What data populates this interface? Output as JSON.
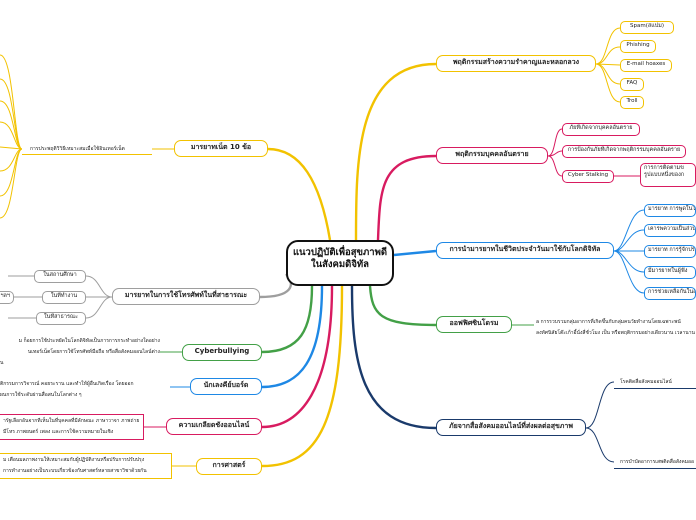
{
  "central": "แนวปฏิบัติเพื่อสุขภาพดีในสังคมดิจิทัล",
  "colors": {
    "yellow": "#f2c200",
    "red": "#d81b60",
    "blue": "#1e88e5",
    "green": "#43a047",
    "gray": "#9e9e9e",
    "darkblue": "#1a3a6b"
  },
  "right": {
    "b1": {
      "label": "พฤติกรรมสร้างความรำคาญและหลอกลวง",
      "items": [
        "Spam(สแปม)",
        "Phishing",
        "E-mail hoaxes",
        "FAQ",
        "Troll"
      ]
    },
    "b2": {
      "label": "พฤติกรรมบุคคลอันตราย",
      "items": [
        "ภัยที่เกิดจากบุคคลอันตราย",
        "การป้องกันภัยที่เกิดจากพฤติกรรมบุคคลอันตราย",
        "Cyber Stalking"
      ],
      "stalk_note1": "การการติดตามข",
      "stalk_note2": "รูปแบบหนึ่งของก"
    },
    "b3": {
      "label": "การนำมารยาทในชีวิตประจำวันมาใช้กับโลกดิจิทัล",
      "items": [
        "มารยาท การพูดในโ",
        "เคารพความเป็นส่วน",
        "มารยาท การรู้จักประ",
        "มีมารยาทในผู้ฟัง",
        "การช่วยเหลือกันในส"
      ]
    },
    "b4": {
      "label": "ออฟฟิศซินโดรม",
      "note1": "a การรวบรวมกลุ่มอาการที่เกิดขึ้นกับกลุ่มคนวัยทำงานโดยเฉพาะพนั",
      "note2": "ลงทัศนิสัยโต๊ะเก้าอี้นั่งสี่ชั่วโมง เป็น หรือพฤติกรรมอย่างเดียวนาน เวลานาน"
    },
    "b5": {
      "label": "ภัยจากสื่อสังคมออนไลน์ที่ส่งผลต่อสุขภาพ",
      "items": [
        "โรคติดสื่อสังคมออนไลน์",
        "การบำบัดอาการเสพติดสื่อสังคมออ"
      ]
    }
  },
  "left": {
    "b6": {
      "label": "มารยาทเน็ต 10 ข้อ",
      "note": "การประพฤติวิวิธีเหมาะสมเมื่อใช้อินเทอร์เน็ต"
    },
    "b7": {
      "label": "มารยาทในการใช้โทรศัพท์ในที่สาธารณะ",
      "items": [
        "ในสถานศึกษา",
        "ในที่ทำงาน",
        "ในที่สาธารณะ"
      ],
      "edge": "ฯลฯ"
    },
    "b8": {
      "label": "Cyberbullying",
      "note1": "ม ก็อยการใช้ประหยัดในโลกดิจิทัลเป็นการการกระทำอย่างใดอย่าง",
      "note2": "นเทอร์เน็ตโดยการใช้โทรศัพท์มือถือ หรือสื่อสังคมออนไลน์ต่าง",
      "note3": "ุน"
    },
    "b9": {
      "label": "นักเลงคีย์บอร์ด",
      "note1": "ุติกรรมการวิจารณ์ คอยระราน และทำให้ผู้อื่นเกิดเรื่อง โดยออก",
      "note2": "ผนการใช้ระดับผ่านสื่อสนในโลกต่าง ๆ"
    },
    "b10": {
      "label": "ความเกลียดชังออนไลน์",
      "note1": "ารัฐเลือกอันจากทีเห็นในที่บุคคลที่มีลักษณะ ภาษาวาจา ภาพถ่าย",
      "note2": "มีโหร ภาพยนตร์ เพลง และการใช้ความหมายในเชิง"
    },
    "b11": {
      "label": "การศาสตร์",
      "note1": "ม เตือนมลภาพงานให้เหมาะสมกับผู้ปฏิบัติงานหรือปรับการปรับปรุง",
      "note2": "การทำงานอย่างเป็นระบบเกี่ยวข้องกับศาสตร์หลายสาขาวิชาด้วยกัน"
    }
  }
}
